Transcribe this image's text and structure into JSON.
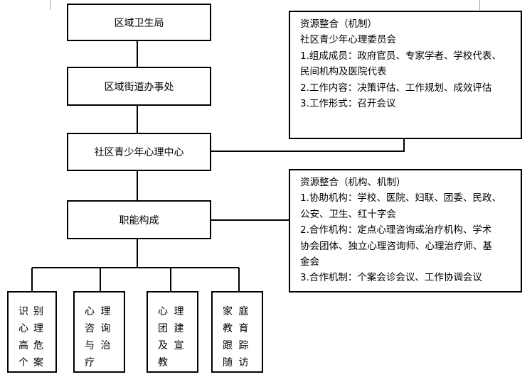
{
  "chain": {
    "bureau": "区域卫生局",
    "street_office": "区域街道办事处",
    "center": "社区青少年心理中心",
    "composition": "职能构成"
  },
  "mechanism_box": {
    "lines": [
      "资源整合（机制）",
      "社区青少年心理委员会",
      "1.组成成员：政府官员、专家学者、学校代表、",
      "民间机构及医院代表",
      "2.工作内容：决策评估、工作规划、成效评估",
      "3.工作形式：召开会议"
    ]
  },
  "institution_box": {
    "lines": [
      "资源整合（机构、机制）",
      "1.协助机构：学校、医院、妇联、团委、民政、",
      "公安、卫生、红十字会",
      "2.合作机构：定点心理咨询或治疗机构、学术",
      "协会团体、独立心理咨询师、心理治疗师、基",
      "金会",
      "3.合作机制：个案会诊会议、工作协调会议"
    ]
  },
  "leaves": [
    {
      "name": "leaf-identify",
      "chars": [
        "识",
        "别",
        "心",
        "理",
        "高",
        "危",
        "个",
        "案"
      ]
    },
    {
      "name": "leaf-counseling",
      "chars": [
        "心",
        "理",
        "咨",
        "询",
        "与",
        "治",
        "疗",
        ""
      ]
    },
    {
      "name": "leaf-group",
      "chars": [
        "心",
        "理",
        "团",
        "建",
        "及",
        "宣",
        "教",
        ""
      ]
    },
    {
      "name": "leaf-family",
      "chars": [
        "家",
        "庭",
        "教",
        "育",
        "跟",
        "踪",
        "随",
        "访"
      ]
    }
  ]
}
